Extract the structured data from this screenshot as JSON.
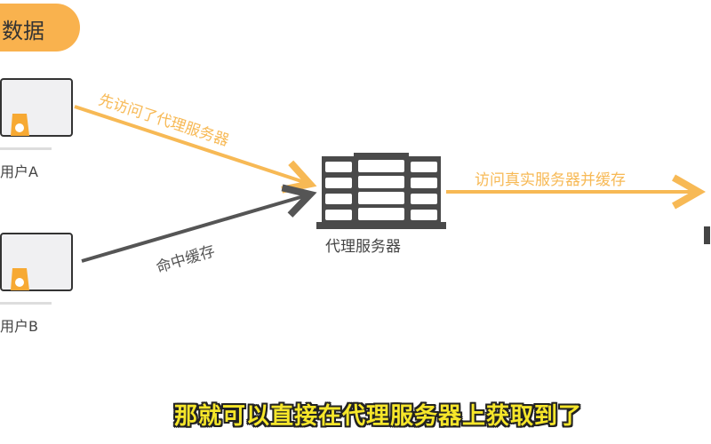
{
  "header": {
    "title": "数据"
  },
  "nodes": {
    "user_a": "用户A",
    "user_b": "用户B",
    "proxy": "代理服务器"
  },
  "edges": {
    "a_to_proxy": "先访问了代理服务器",
    "b_to_proxy": "命中缓存",
    "proxy_to_real": "访问真实服务器并缓存"
  },
  "subtitle": "那就可以直接在代理服务器上获取到了",
  "colors": {
    "accent": "#f7b955",
    "dark": "#555555",
    "subtitle": "#f6e62a"
  }
}
